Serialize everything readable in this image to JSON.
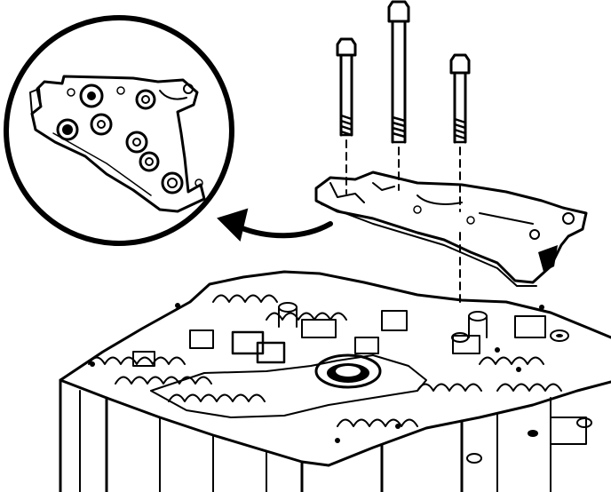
{
  "figure": {
    "ink_color": "#000000",
    "paper_color": "#ffffff",
    "bolt_count": 3,
    "detail_bolt_count": 7,
    "detail_view": "circle",
    "arrow_direction": "from-plate-to-detail"
  }
}
